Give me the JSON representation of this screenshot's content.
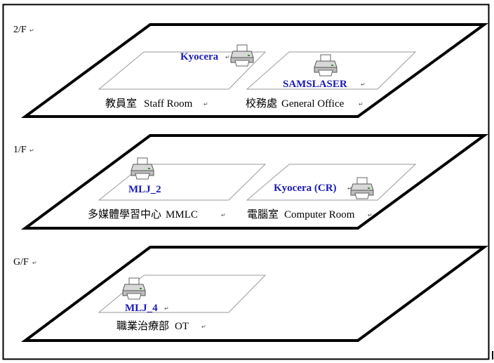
{
  "floors": [
    {
      "label": "2/F",
      "rooms": [
        {
          "name": "教員室",
          "english": "Staff Room"
        },
        {
          "name": "校務處",
          "english": "General Office"
        }
      ],
      "printers": [
        "Kyocera",
        "SAMSLASER"
      ]
    },
    {
      "label": "1/F",
      "rooms": [
        {
          "name": "多媒體學習中心",
          "english": "MMLC"
        },
        {
          "name": "電腦室",
          "english": "Computer Room"
        }
      ],
      "printers": [
        "MLJ_2",
        "Kyocera (CR)"
      ]
    },
    {
      "label": "G/F",
      "rooms": [
        {
          "name": "職業治療部",
          "english": "OT"
        }
      ],
      "printers": [
        "MLJ_4"
      ]
    }
  ],
  "paragraph_mark": "↵",
  "colors": {
    "border": "#000000",
    "room_outline": "#9a9a9a",
    "printer_text": "#1a1ab8"
  },
  "icons": {
    "printer": "printer-icon"
  }
}
